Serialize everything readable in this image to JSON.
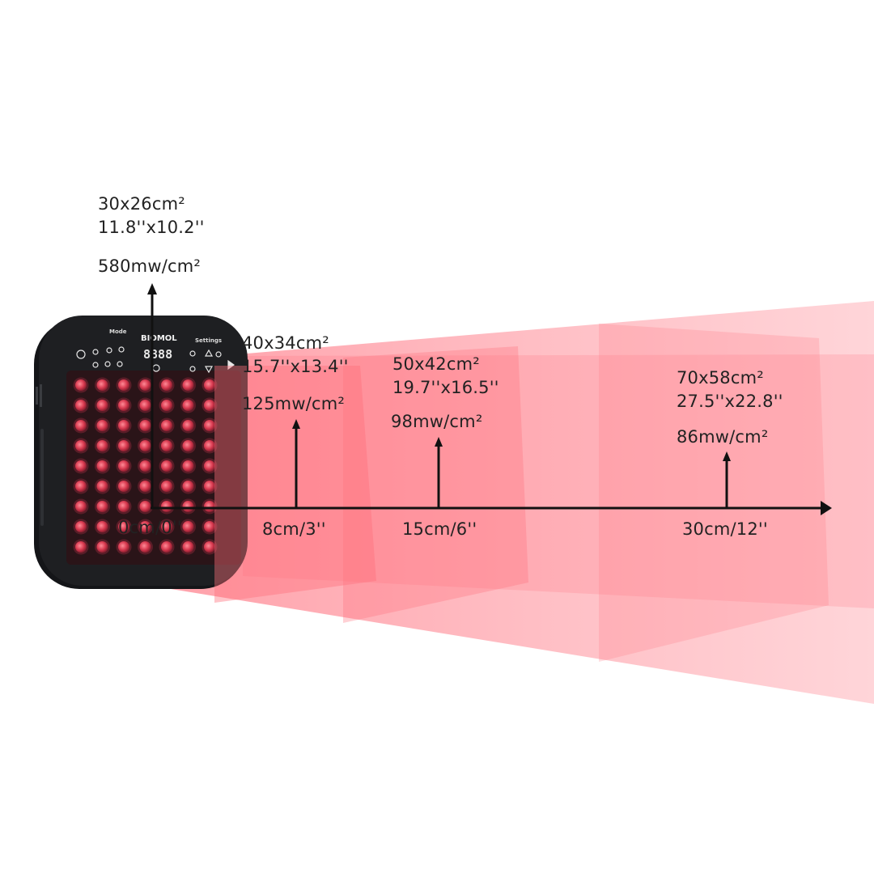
{
  "colors": {
    "beam": "#ff4d5e",
    "panel_fill": "#ff6f7b",
    "axis": "#111111",
    "text": "#222222",
    "device_body": "#1e1f22",
    "led": "#e0455a"
  },
  "device": {
    "brand": "BIOMOL",
    "mode_label": "Mode",
    "settings_label": "Settings",
    "display_digits": "8888"
  },
  "origin": {
    "area_cm": "30x26cm²",
    "area_in": "11.8''x10.2''",
    "irradiance": "580mw/cm²",
    "distance": "0cm/0''"
  },
  "stations": [
    {
      "area_cm": "40x34cm²",
      "area_in": "15.7''x13.4''",
      "irradiance": "125mw/cm²",
      "distance": "8cm/3''"
    },
    {
      "area_cm": "50x42cm²",
      "area_in": "19.7''x16.5''",
      "irradiance": "98mw/cm²",
      "distance": "15cm/6''"
    },
    {
      "area_cm": "70x58cm²",
      "area_in": "27.5''x22.8''",
      "irradiance": "86mw/cm²",
      "distance": "30cm/12''"
    }
  ]
}
